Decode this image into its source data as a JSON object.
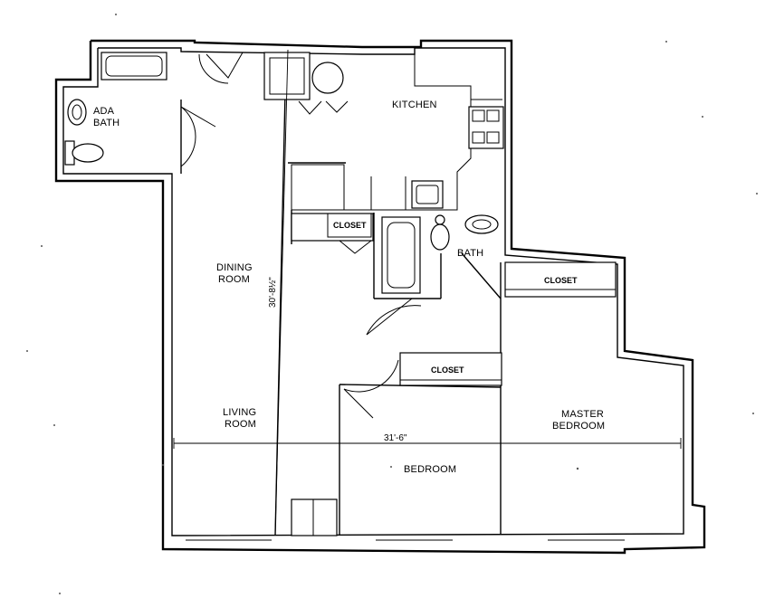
{
  "rooms": {
    "ada_bath": [
      "ADA",
      "BATH"
    ],
    "kitchen": "KITCHEN",
    "dining_room": [
      "DINING",
      "ROOM"
    ],
    "living_room": [
      "LIVING",
      "ROOM"
    ],
    "bath": "BATH",
    "bedroom": "BEDROOM",
    "master_bedroom": [
      "MASTER",
      "BEDROOM"
    ]
  },
  "closets": {
    "hall_closet": "CLOSET",
    "master_closet": "CLOSET",
    "bedroom_closet": "CLOSET"
  },
  "dimensions": {
    "horizontal": "31'-6\"",
    "vertical": "30'-8½\""
  }
}
